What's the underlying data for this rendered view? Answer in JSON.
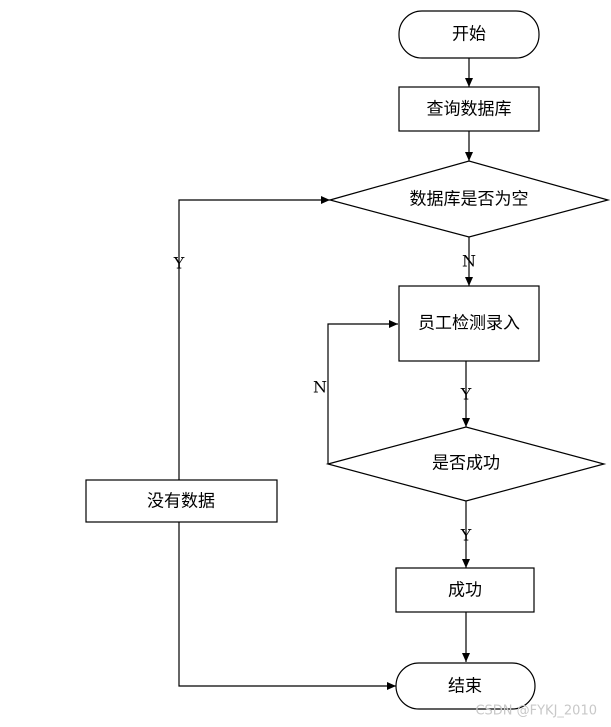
{
  "nodes": {
    "start": "开始",
    "query_db": "查询数据库",
    "db_empty": "数据库是否为空",
    "employee_entry": "员工检测录入",
    "is_success": "是否成功",
    "success": "成功",
    "no_data": "没有数据",
    "end": "结束"
  },
  "edge_labels": {
    "db_empty_no": "N",
    "db_empty_yes": "Y",
    "entry_to_check": "Y",
    "check_fail": "N",
    "check_success": "Y"
  },
  "watermark": "CSDN @FYKJ_2010"
}
